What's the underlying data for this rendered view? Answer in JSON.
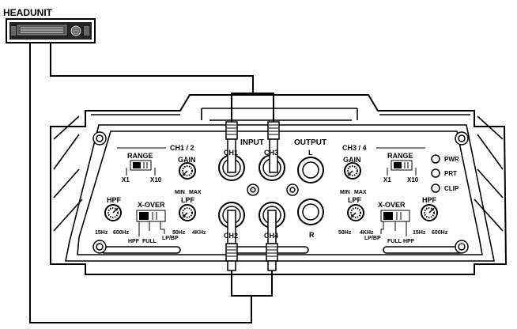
{
  "headunit": {
    "label": "HEADUNIT"
  },
  "left_panel": {
    "header": "CH1 / 2",
    "range": {
      "title": "RANGE",
      "x1": "X1",
      "x10": "X10"
    },
    "gain": {
      "title": "GAIN",
      "min": "MIN",
      "max": "MAX"
    },
    "hpf": {
      "title": "HPF",
      "lo": "15Hz",
      "hi": "600Hz"
    },
    "xover": {
      "title": "X-OVER",
      "hpf": "HPF",
      "full": "FULL",
      "lpbp": "LP/BP"
    },
    "lpf": {
      "title": "LPF",
      "lo": "50Hz",
      "hi": "4KHz"
    }
  },
  "right_panel": {
    "header": "CH3 / 4",
    "range": {
      "title": "RANGE",
      "x1": "X1",
      "x10": "X10"
    },
    "gain": {
      "title": "GAIN",
      "min": "MIN",
      "max": "MAX"
    },
    "hpf": {
      "title": "HPF",
      "lo": "15Hz",
      "hi": "600Hz"
    },
    "xover": {
      "title": "X-OVER",
      "hpf": "HPF",
      "full": "FULL",
      "lpbp": "LP/BP"
    },
    "lpf": {
      "title": "LPF",
      "lo": "50Hz",
      "hi": "4KHz"
    }
  },
  "input": {
    "title": "INPUT",
    "ch1": "CH1",
    "ch2": "CH2",
    "ch3": "CH3",
    "ch4": "CH4"
  },
  "output": {
    "title": "OUTPUT",
    "left": "L",
    "right": "R"
  },
  "indicators": {
    "pwr": "PWR",
    "prt": "PRT",
    "clip": "CLIP"
  }
}
